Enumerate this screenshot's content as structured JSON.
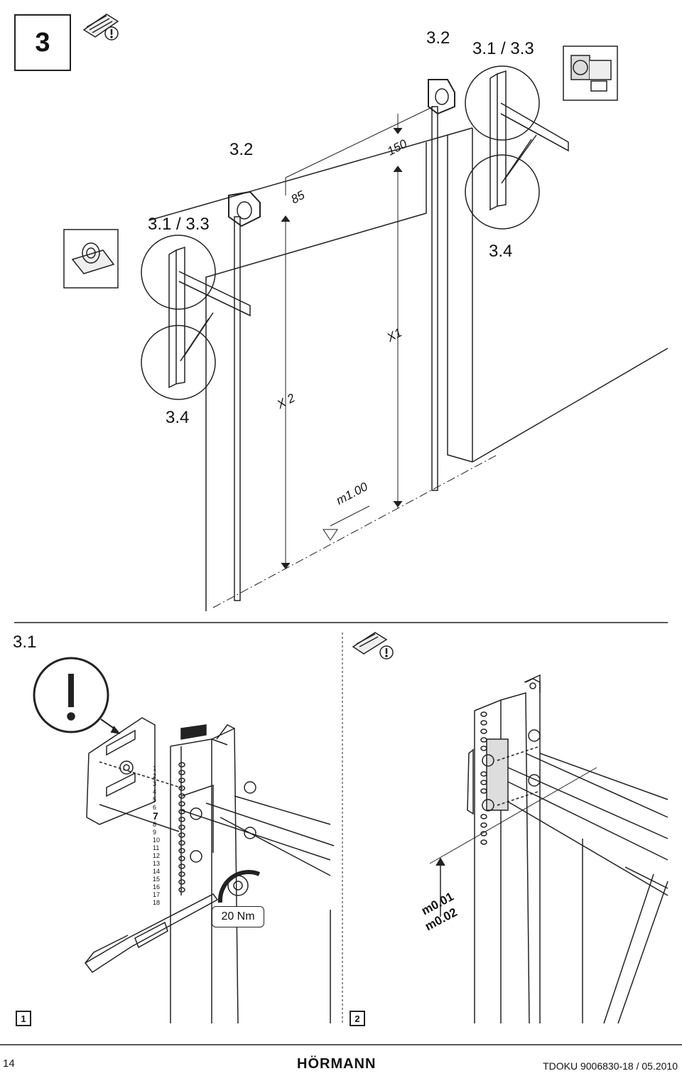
{
  "step": {
    "number": "3"
  },
  "top": {
    "labels": {
      "right_32": "3.2",
      "right_3133": "3.1 / 3.3",
      "left_32": "3.2",
      "left_3133": "3.1 / 3.3",
      "right_34": "3.4",
      "left_34": "3.4"
    },
    "dimensions": {
      "d150": "150",
      "d85": "85",
      "x1": "X1",
      "x2": "X 2",
      "m100": "m1.00"
    }
  },
  "bottom": {
    "section_label": "3.1",
    "left_panel": {
      "number": "1",
      "torque": "20 Nm",
      "hole_numbers": [
        "1",
        "2",
        "3",
        "4",
        "5",
        "6",
        "7",
        "8",
        "9",
        "10",
        "11",
        "12",
        "13",
        "14",
        "15",
        "16",
        "17",
        "18"
      ]
    },
    "right_panel": {
      "number": "2",
      "dim1": "m0.01",
      "dim2": "m0.02"
    }
  },
  "footer": {
    "page": "14",
    "brand": "HÖRMANN",
    "doc": "TDOKU 9006830-18 / 05.2010"
  },
  "icons": [
    "manual-warning-icon",
    "warning-exclamation-icon",
    "pillow-block-bearing-icon",
    "drive-motor-icon"
  ]
}
